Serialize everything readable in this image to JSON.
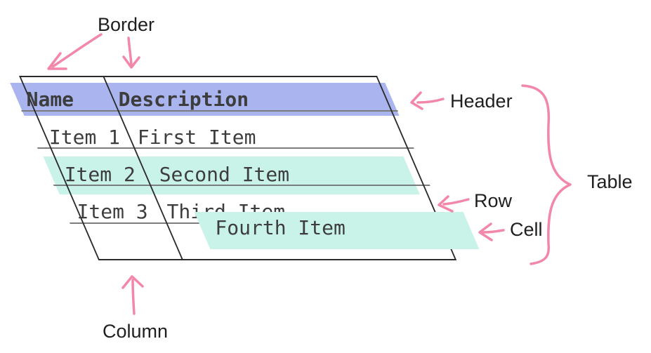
{
  "labels": {
    "border": "Border",
    "header": "Header",
    "table": "Table",
    "row": "Row",
    "cell": "Cell",
    "column": "Column"
  },
  "table": {
    "columns": [
      "Name",
      "Description"
    ],
    "rows": [
      {
        "name": "Item 1",
        "description": "First Item",
        "highlighted": false
      },
      {
        "name": "Item 2",
        "description": "Second Item",
        "highlighted": true
      },
      {
        "name": "Item 3",
        "description": "Third Item",
        "highlighted": false
      },
      {
        "name": "",
        "description": "Fourth Item",
        "highlighted": "cell-only"
      }
    ]
  },
  "colors": {
    "header_highlight": "#aab5ef",
    "row_highlight": "#c9f2e9",
    "cell_highlight": "#c9f2e9",
    "annotation_pink": "#f287a9",
    "table_border": "#2b2b2b",
    "row_separator": "#7c7c7c",
    "table_text": "#3d3d3d",
    "label_text": "#1f1f1f"
  }
}
